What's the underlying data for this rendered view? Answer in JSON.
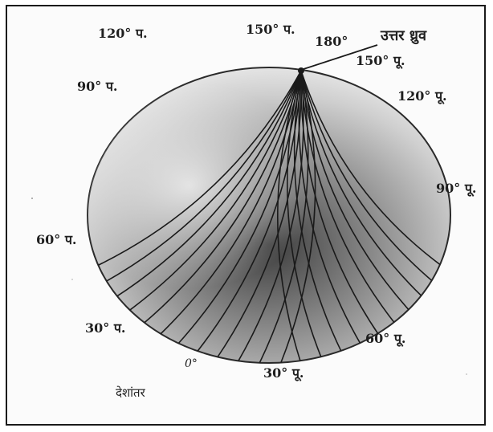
{
  "diagram": {
    "caption": "देशांतर",
    "pole_label": "उत्तर ध्रुव",
    "meridian_labels": {
      "w120": "120° प.",
      "w150": "150° प.",
      "m180": "180°",
      "e150": "150° पू.",
      "e120": "120° पू.",
      "w90": "90° प.",
      "e90": "90° पू.",
      "w60": "60° प.",
      "w30": "30° प.",
      "m0": "0°",
      "e30": "30° पू.",
      "e60": "60° पू."
    },
    "colors": {
      "globe_light": "#d9d9d9",
      "globe_dark": "#4a4a4a",
      "meridian": "#1a1a1a",
      "frame": "#1a1a1a"
    }
  }
}
